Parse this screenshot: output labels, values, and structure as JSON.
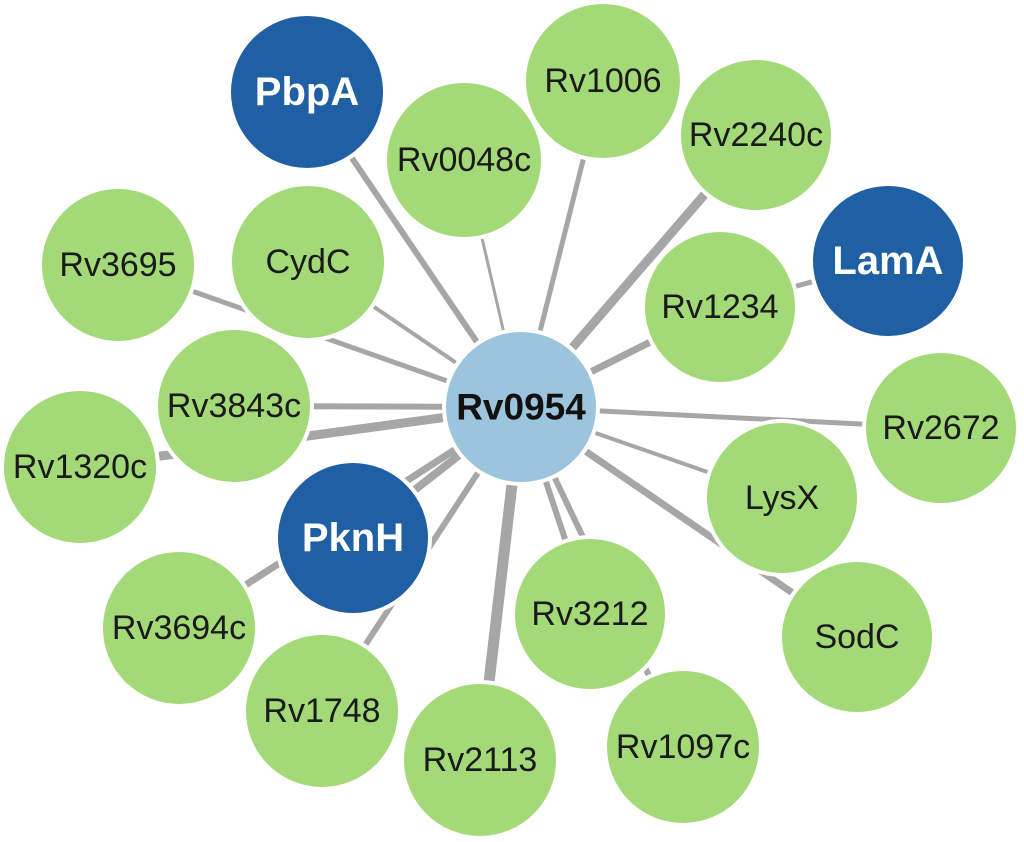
{
  "colors": {
    "center": "#9cc5dd",
    "blue": "#1f5fa3",
    "green": "#a3d977",
    "edge": "#a6a6a6",
    "background": "#ffffff"
  },
  "center": {
    "id": "Rv0954",
    "label": "Rv0954",
    "type": "center"
  },
  "nodes": [
    {
      "id": "PbpA",
      "label": "PbpA",
      "type": "blue"
    },
    {
      "id": "Rv0048c",
      "label": "Rv0048c",
      "type": "green"
    },
    {
      "id": "Rv1006",
      "label": "Rv1006",
      "type": "green"
    },
    {
      "id": "Rv2240c",
      "label": "Rv2240c",
      "type": "green"
    },
    {
      "id": "LamA",
      "label": "LamA",
      "type": "blue"
    },
    {
      "id": "Rv1234",
      "label": "Rv1234",
      "type": "green"
    },
    {
      "id": "Rv3695",
      "label": "Rv3695",
      "type": "green"
    },
    {
      "id": "CydC",
      "label": "CydC",
      "type": "green"
    },
    {
      "id": "Rv3843c",
      "label": "Rv3843c",
      "type": "green"
    },
    {
      "id": "Rv1320c",
      "label": "Rv1320c",
      "type": "green"
    },
    {
      "id": "Rv2672",
      "label": "Rv2672",
      "type": "green"
    },
    {
      "id": "LysX",
      "label": "LysX",
      "type": "green"
    },
    {
      "id": "PknH",
      "label": "PknH",
      "type": "blue"
    },
    {
      "id": "Rv3694c",
      "label": "Rv3694c",
      "type": "green"
    },
    {
      "id": "Rv3212",
      "label": "Rv3212",
      "type": "green"
    },
    {
      "id": "SodC",
      "label": "SodC",
      "type": "green"
    },
    {
      "id": "Rv1748",
      "label": "Rv1748",
      "type": "green"
    },
    {
      "id": "Rv2113",
      "label": "Rv2113",
      "type": "green"
    },
    {
      "id": "Rv1097c",
      "label": "Rv1097c",
      "type": "green"
    }
  ],
  "edges": [
    {
      "from": "Rv0954",
      "to": "PbpA",
      "weight": 6
    },
    {
      "from": "Rv0954",
      "to": "Rv0048c",
      "weight": 3
    },
    {
      "from": "Rv0954",
      "to": "Rv1006",
      "weight": 5
    },
    {
      "from": "Rv0954",
      "to": "Rv2240c",
      "weight": 9
    },
    {
      "from": "Rv0954",
      "to": "Rv1234",
      "weight": 7
    },
    {
      "from": "Rv0954",
      "to": "CydC",
      "weight": 4
    },
    {
      "from": "Rv0954",
      "to": "Rv3695",
      "weight": 5
    },
    {
      "from": "Rv0954",
      "to": "Rv3843c",
      "weight": 6
    },
    {
      "from": "Rv0954",
      "to": "Rv1320c",
      "weight": 9
    },
    {
      "from": "Rv0954",
      "to": "Rv2672",
      "weight": 5
    },
    {
      "from": "Rv0954",
      "to": "LysX",
      "weight": 4
    },
    {
      "from": "Rv0954",
      "to": "SodC",
      "weight": 7
    },
    {
      "from": "Rv0954",
      "to": "PknH",
      "weight": 8
    },
    {
      "from": "Rv0954",
      "to": "Rv3694c",
      "weight": 7
    },
    {
      "from": "Rv0954",
      "to": "Rv1748",
      "weight": 6
    },
    {
      "from": "Rv0954",
      "to": "Rv2113",
      "weight": 11
    },
    {
      "from": "Rv0954",
      "to": "Rv3212",
      "weight": 6
    },
    {
      "from": "Rv0954",
      "to": "Rv1097c",
      "weight": 6
    },
    {
      "from": "Rv1234",
      "to": "LamA",
      "weight": 5
    }
  ]
}
